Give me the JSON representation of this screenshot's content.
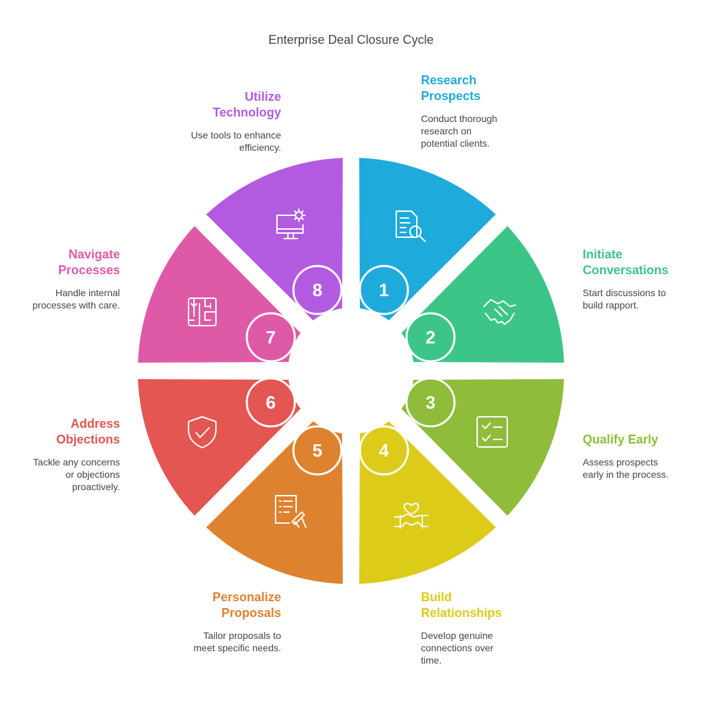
{
  "title": "Enterprise Deal Closure Cycle",
  "steps": [
    {
      "number": "1",
      "title": "Research\nProspects",
      "description": "Conduct thorough\nresearch on\npotential clients.",
      "color": "#1FAADC",
      "icon": "document-search-icon"
    },
    {
      "number": "2",
      "title": "Initiate\nConversations",
      "description": "Start discussions to\nbuild rapport.",
      "color": "#3CC587",
      "icon": "handshake-icon"
    },
    {
      "number": "3",
      "title": "Qualify Early",
      "description": "Assess prospects\nearly in the process.",
      "color": "#8FBC3B",
      "icon": "checklist-icon"
    },
    {
      "number": "4",
      "title": "Build\nRelationships",
      "description": "Develop genuine\nconnections over\ntime.",
      "color": "#DDCB1A",
      "icon": "heart-hands-icon"
    },
    {
      "number": "5",
      "title": "Personalize\nProposals",
      "description": "Tailor proposals to\nmeet specific needs.",
      "color": "#DE8230",
      "icon": "document-pen-icon"
    },
    {
      "number": "6",
      "title": "Address\nObjections",
      "description": "Tackle any concerns\nor objections\nproactively.",
      "color": "#E35652",
      "icon": "shield-check-icon"
    },
    {
      "number": "7",
      "title": "Navigate\nProcesses",
      "description": "Handle internal\nprocesses with care.",
      "color": "#DE5AA7",
      "icon": "maze-icon"
    },
    {
      "number": "8",
      "title": "Utilize\nTechnology",
      "description": "Use tools to enhance\nefficiency.",
      "color": "#B35BE0",
      "icon": "monitor-gear-icon"
    }
  ]
}
